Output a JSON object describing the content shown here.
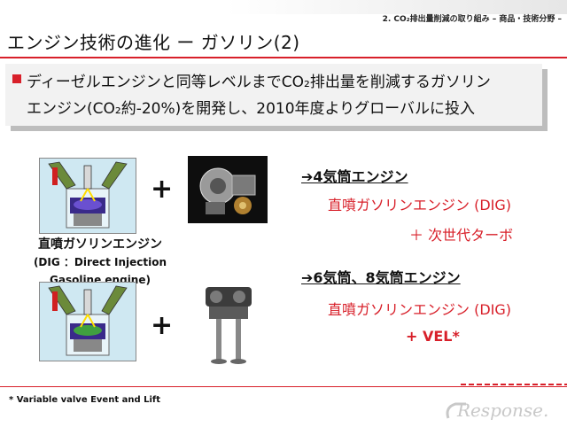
{
  "header": {
    "section_label": "2. CO₂排出量削減の取り組み – 商品・技術分野 –"
  },
  "title": "エンジン技術の進化 ー ガソリン(2)",
  "callout": {
    "line1": "ディーゼルエンジンと同等レベルまでCO₂排出量を削減するガソリン",
    "line2": "エンジン(CO₂約-20%)を開発し、2010年度よりグローバルに投入"
  },
  "left": {
    "plus_symbol": "+",
    "caption_line1": "直噴ガソリンエンジン",
    "caption_line2": "(DIG ：Direct Injection",
    "caption_line3": "Gasoline engine)"
  },
  "right": {
    "block1": {
      "heading": "➔4気筒エンジン",
      "line1": "直噴ガソリンエンジン (DIG)",
      "line2": "＋ 次世代ターボ"
    },
    "block2": {
      "heading": "➔6気筒、8気筒エンジン",
      "line1": "直噴ガソリンエンジン (DIG)",
      "line2": "+ VEL*"
    }
  },
  "footnote": "* Variable valve Event and Lift",
  "watermark": "Response.",
  "colors": {
    "accent_red": "#d8202a",
    "callout_bg": "#f2f2f2"
  },
  "icons": [
    "engine-cross-section-image",
    "turbocharger-image",
    "vel-mechanism-image",
    "bullet-square-icon"
  ]
}
